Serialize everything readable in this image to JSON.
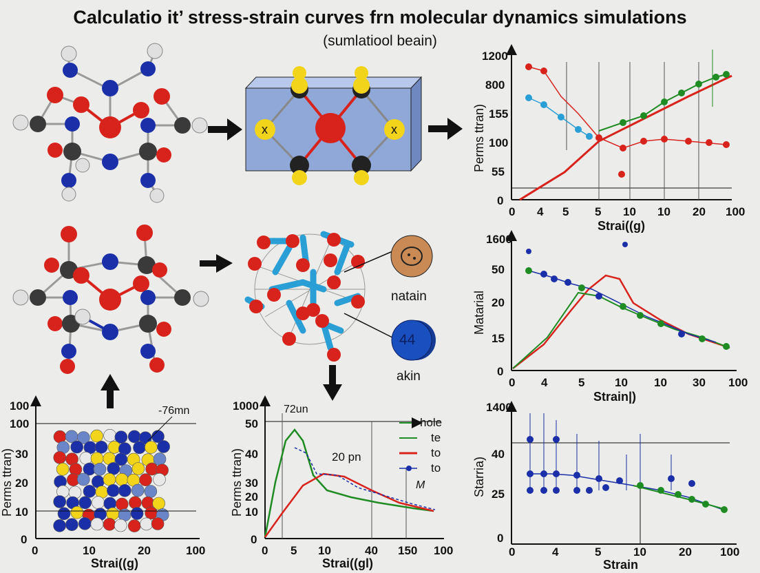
{
  "header": {
    "title": "Calculatio it’ stress-strain curves frn molecular dynamics simulations",
    "subtitle": "(sumlatiool beain)"
  },
  "legend_labels": {
    "natain": "natain",
    "akin": "akin",
    "badge_44": "44"
  },
  "box_labels": {
    "left_x": "x",
    "right_x": "x"
  },
  "annotations": {
    "a1": "-76mn",
    "a2": "72un",
    "a3": "20 pn",
    "a4": "M"
  },
  "charts": [
    {
      "id": "top-right",
      "ylabel": "Perms ttran)",
      "xlabel": "Strai((g)",
      "yticks": [
        "1200",
        "800",
        "155",
        "100",
        "55",
        "0"
      ],
      "xticks": [
        "0",
        "4",
        "5",
        "5",
        "10",
        "10",
        "20",
        "100"
      ]
    },
    {
      "id": "middle-right",
      "ylabel": "Matarial",
      "xlabel": "Strain|)",
      "yticks": [
        "1600",
        "50",
        "20",
        "15",
        "0"
      ],
      "xticks": [
        "0",
        "4",
        "5",
        "10",
        "10",
        "30",
        "100"
      ]
    },
    {
      "id": "bottom-right",
      "ylabel": "Starria)",
      "xlabel": "Strain",
      "yticks": [
        "1400",
        "40",
        "25",
        "0"
      ],
      "xticks": [
        "0",
        "4",
        "5",
        "10",
        "20",
        "100"
      ]
    },
    {
      "id": "bottom-left",
      "ylabel": "Perms ttran)",
      "xlabel": "Strai((g)",
      "yticks": [
        "100",
        "100",
        "30",
        "20",
        "10",
        "0"
      ],
      "xticks": [
        "0",
        "10",
        "20",
        "100"
      ]
    },
    {
      "id": "bottom-middle",
      "ylabel": "Perms ttran)",
      "xlabel": "Strai((gl)",
      "yticks": [
        "1000",
        "50",
        "40",
        "30",
        "20",
        "10",
        "0"
      ],
      "xticks": [
        "0",
        "5",
        "10",
        "40",
        "150",
        "100"
      ],
      "legend": [
        "hole",
        "te",
        "to",
        "to"
      ]
    }
  ],
  "colors": {
    "red": "#d8231c",
    "green": "#1e8c22",
    "blue": "#1a2fa8",
    "cyan": "#2a9fd6",
    "yellow": "#f2d41a",
    "gray": "#3a3a3a",
    "white": "#e8e8e8",
    "boxfill": "#8fa8d8"
  }
}
